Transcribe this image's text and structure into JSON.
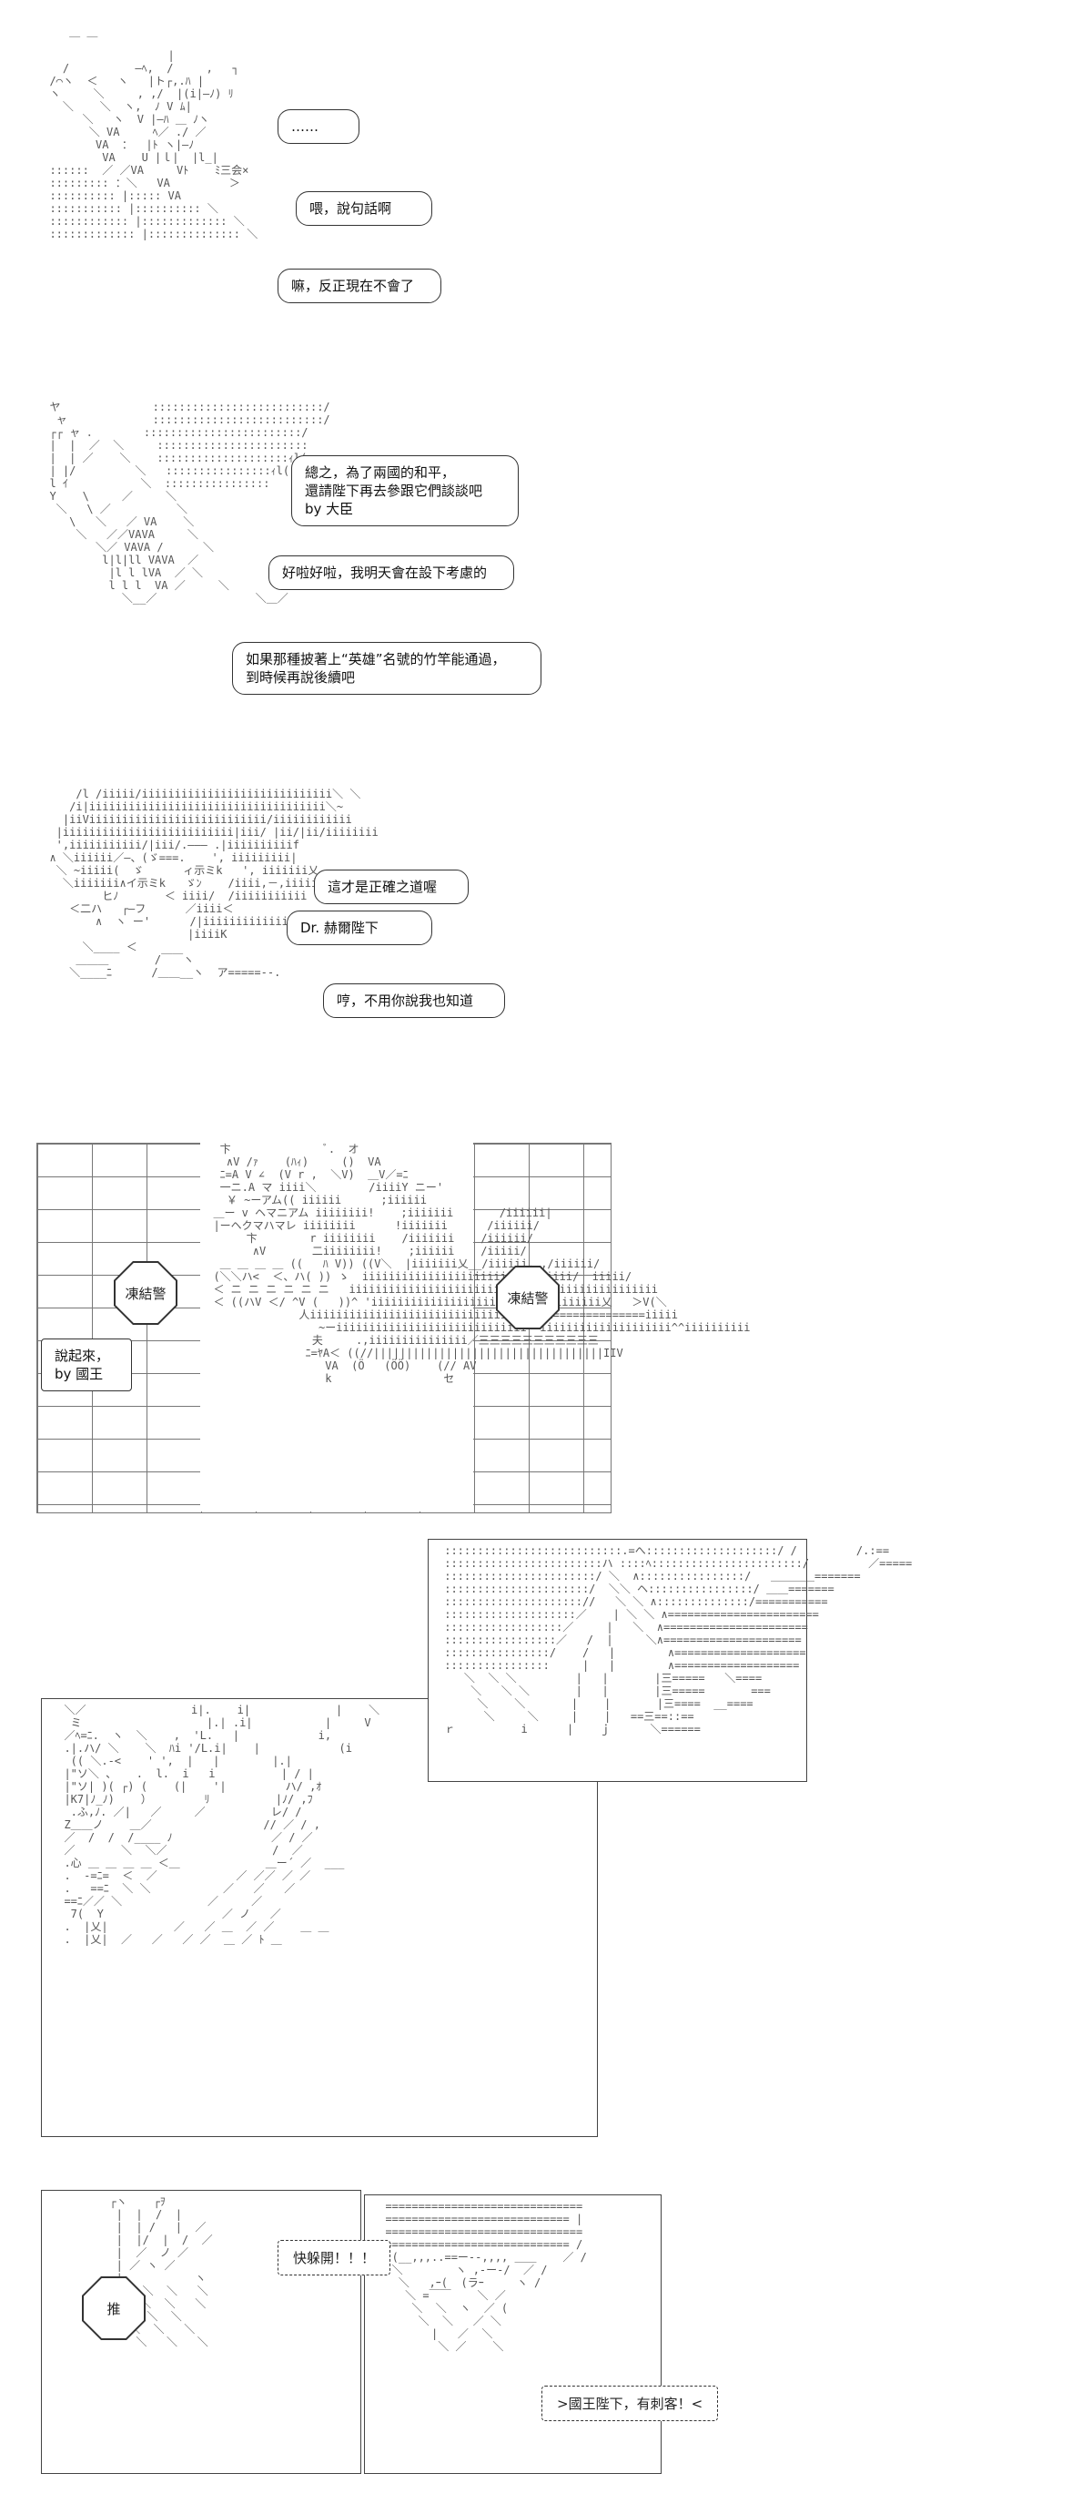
{
  "panel1": {
    "bubbles": [
      "……",
      "喂，說句話啊",
      "嘛，反正現在不會了"
    ]
  },
  "panel2": {
    "bubbles": [
      "總之，為了兩國的和平，\n還請陛下再去參跟它們談談吧\nby 大臣",
      "好啦好啦，我明天會在設下考慮的",
      "如果那種披著上“英雄”名號的竹竿能通過，\n到時候再說後續吧"
    ]
  },
  "panel3": {
    "bubbles": [
      "這才是正確之道喔",
      "Dr. 赫爾陛下",
      "哼，不用你說我也知道"
    ]
  },
  "panel4": {
    "sign_left": "凍結警",
    "sign_right": "凍結警",
    "bubble": "說起來，\nby 國王"
  },
  "panel6": {
    "sign": "推",
    "burst1": "快躲開！！！",
    "burst2": ">國王陛下，有刺客！<"
  }
}
